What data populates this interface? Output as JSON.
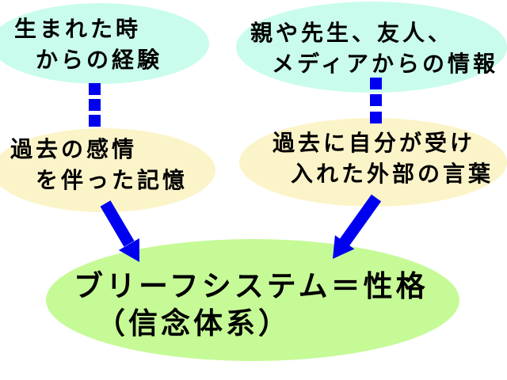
{
  "diagram": {
    "colors": {
      "cyan": "#c9fcec",
      "cream": "#fcf4c9",
      "green": "#c6fa96",
      "blue": "#0000f0",
      "text": "#000000",
      "background": "#ffffff"
    },
    "nodes": {
      "experience": {
        "line1": "生まれた時",
        "line2": "からの経験"
      },
      "information": {
        "line1": "親や先生、友人、",
        "line2": "メディアからの情報"
      },
      "memory": {
        "line1": "過去の感情",
        "line2": "を伴った記憶"
      },
      "words": {
        "line1": "過去に自分が受け",
        "line2": "入れた外部の言葉"
      },
      "belief": {
        "line1": "ブリーフシステム＝性格",
        "line2": "（信念体系）"
      }
    },
    "connectors": [
      {
        "from": "experience",
        "to": "memory",
        "style": "dotted"
      },
      {
        "from": "information",
        "to": "words",
        "style": "dotted"
      },
      {
        "from": "memory",
        "to": "belief",
        "style": "arrow"
      },
      {
        "from": "words",
        "to": "belief",
        "style": "arrow"
      }
    ]
  }
}
